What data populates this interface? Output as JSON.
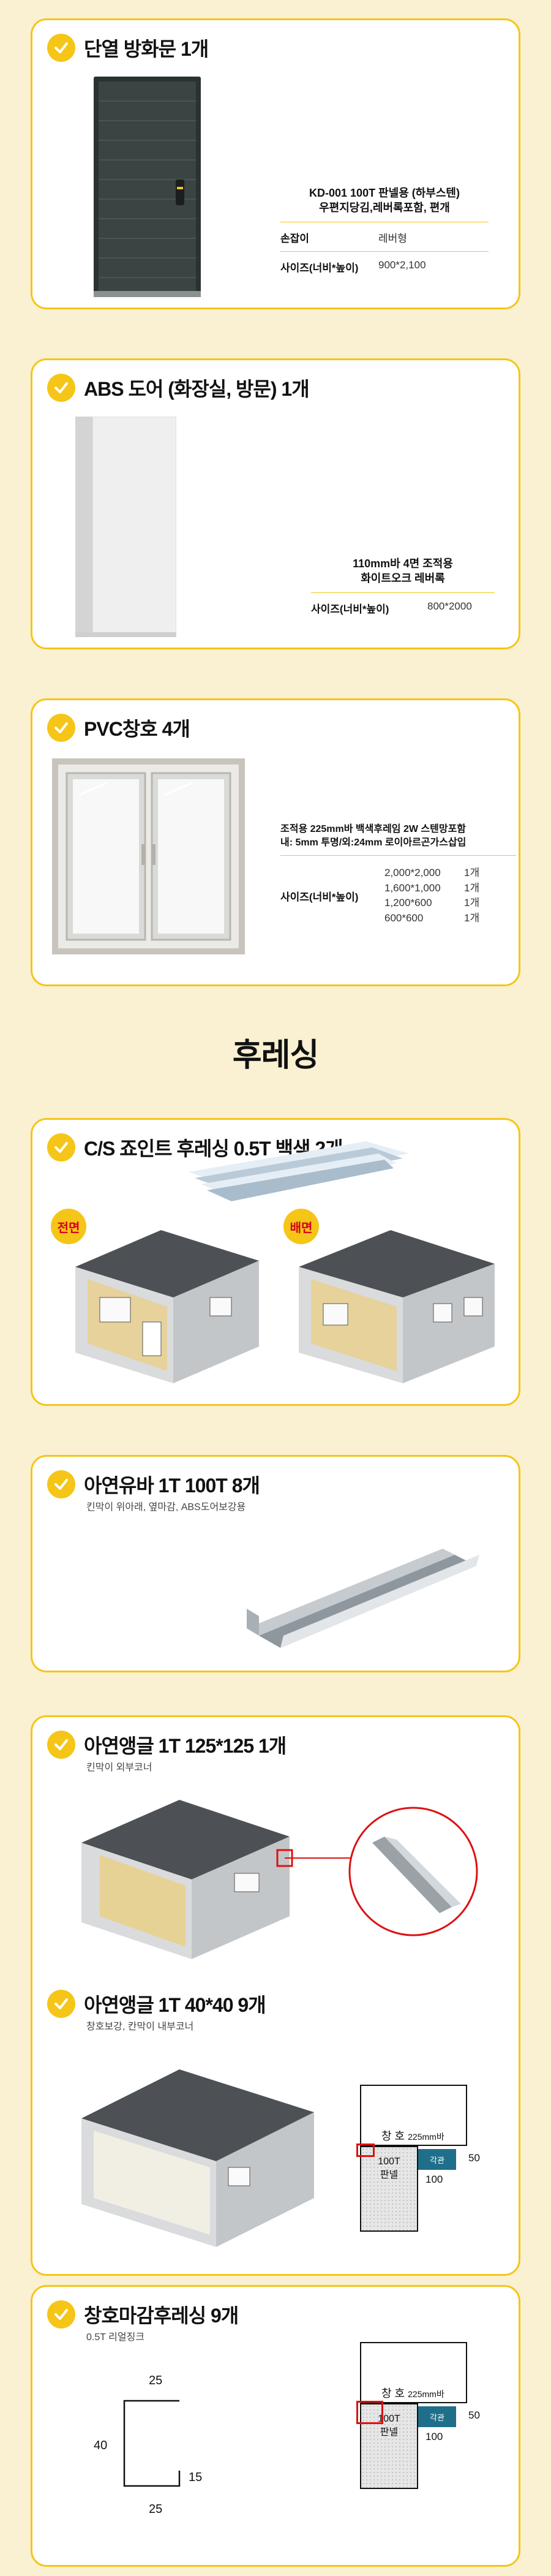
{
  "door1": {
    "title": "단열 방화문 1개",
    "head_line1": "KD-001 100T 판넬용 (하부스텐)",
    "head_line2": "우편지당김,레버록포함, 편개",
    "rows": [
      {
        "key": "손잡이",
        "value": "레버형"
      },
      {
        "key": "사이즈(너비*높이)",
        "value": "900*2,100"
      }
    ]
  },
  "door2": {
    "title": "ABS 도어 (화장실, 방문) 1개",
    "head_line1": "110mm바 4면 조적용",
    "head_line2": "화이트오크 레버록",
    "rows": [
      {
        "key": "사이즈(너비*높이)",
        "value": "800*2000"
      }
    ]
  },
  "window": {
    "title": "PVC창호 4개",
    "head_line1": "조적용 225mm바 백색후레임 2W 스텐망포함",
    "head_line2": "내: 5mm 투명/외:24mm 로이아르곤가스삽입",
    "size_key": "사이즈(너비*높이)",
    "sizes": [
      {
        "size": "2,000*2,000",
        "qty": "1개"
      },
      {
        "size": "1,600*1,000",
        "qty": "1개"
      },
      {
        "size": "1,200*600",
        "qty": "1개"
      },
      {
        "size": "600*600",
        "qty": "1개"
      }
    ]
  },
  "flashing_heading": "후레싱",
  "joint": {
    "title": "C/S 죠인트 후레싱 0.5T 백색 2개",
    "front_label": "전면",
    "back_label": "배면"
  },
  "stud": {
    "title": "아연유바 1T 100T 8개",
    "note": "킨막이 위아래, 옆마감, ABS도어보강용"
  },
  "angle1": {
    "title": "아연앵글 1T 125*125 1개",
    "note": "킨막이 외부코너"
  },
  "angle2": {
    "title": "아연앵글 1T 40*40 9개",
    "note": "창호보강, 칸막이 내부코너",
    "diag": {
      "window_label": "창 호",
      "bar": "225mm바",
      "panel_line1": "100T",
      "panel_line2": "판넬",
      "tag": "각관",
      "dim_a": "50",
      "dim_b": "100"
    }
  },
  "trim": {
    "title": "창호마감후레싱 9개",
    "note": "0.5T 리얼징크",
    "dims": {
      "top": "25",
      "left": "40",
      "right": "15",
      "bottom": "25"
    },
    "diag": {
      "window_label": "창 호",
      "bar": "225mm바",
      "panel_line1": "100T",
      "panel_line2": "판넬",
      "tag": "각관",
      "dim_a": "50",
      "dim_b": "100"
    }
  },
  "colors": {
    "accent": "#f5c518",
    "background": "#faf0d2",
    "door_dark": "#3b4443",
    "badge_text": "#d5001c",
    "tag_blue": "#1f6f8b"
  }
}
